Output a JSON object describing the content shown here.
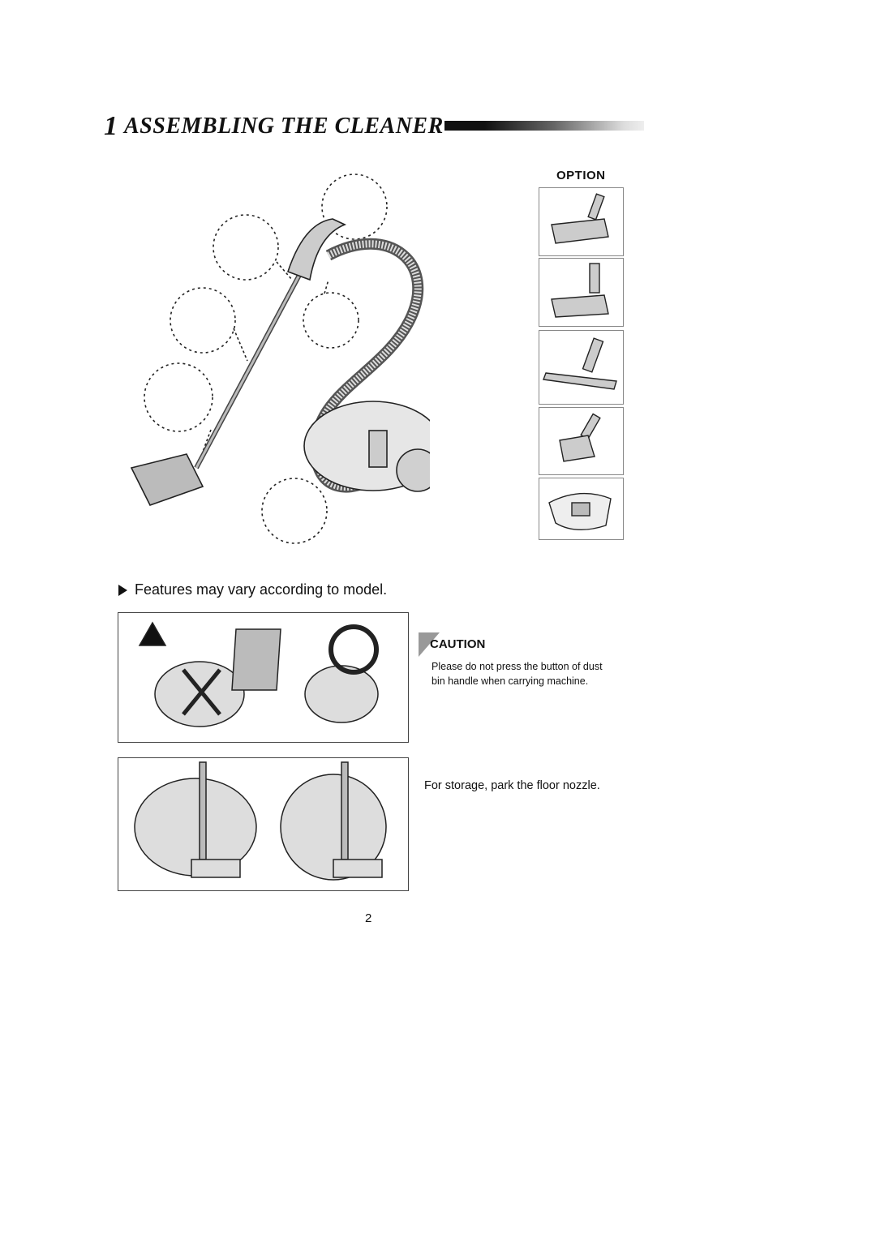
{
  "heading": {
    "number": "1",
    "title": "ASSEMBLING THE CLEANER"
  },
  "option_label": "OPTION",
  "option_items": [
    {
      "icon": "floor-brush-icon"
    },
    {
      "icon": "parquet-brush-icon"
    },
    {
      "icon": "wide-floor-nozzle-icon"
    },
    {
      "icon": "turbo-brush-icon"
    },
    {
      "icon": "dust-bag-icon"
    }
  ],
  "features_note": "Features may vary according to model.",
  "caution": {
    "label": "CAUTION",
    "text": "Please do not press the button of dust bin handle when carrying machine."
  },
  "storage_note": "For storage, park the floor nozzle.",
  "page_number": "2"
}
